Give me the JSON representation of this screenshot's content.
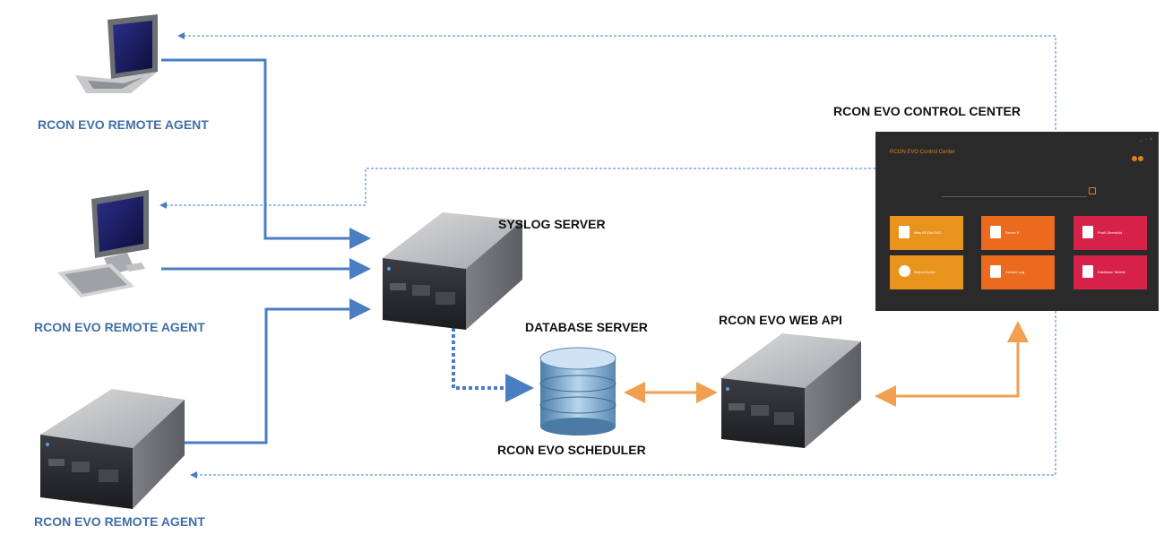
{
  "labels": {
    "agent_top": "RCON EVO REMOTE AGENT",
    "agent_mid": "RCON EVO REMOTE AGENT",
    "agent_bottom": "RCON EVO REMOTE AGENT",
    "syslog": "SYSLOG SERVER",
    "database": "DATABASE SERVER",
    "scheduler": "RCON EVO SCHEDULER",
    "web_api": "RCON EVO WEB API",
    "control_center": "RCON EVO CONTROL CENTER"
  },
  "control_center_app": {
    "title": "RCON EVO Control Center",
    "window_controls": "_ ▫ ×",
    "tiles": [
      {
        "label": "New RCON EVO",
        "color": "#e8941c",
        "icon": "document-icon"
      },
      {
        "label": "Server II",
        "color": "#ec6a1e",
        "icon": "users-icon"
      },
      {
        "label": "Profil Übersicht",
        "color": "#d62248",
        "icon": "user-icon"
      },
      {
        "label": "Report Archiv",
        "color": "#e8941c",
        "icon": "pie-chart-icon"
      },
      {
        "label": "Service Log",
        "color": "#ec6a1e",
        "icon": "log-icon"
      },
      {
        "label": "Database Tabelle",
        "color": "#d62248",
        "icon": "bottle-icon"
      }
    ]
  },
  "colors": {
    "blue_line": "#4a7ec3",
    "orange_line": "#f0a050",
    "label_blue": "#3f6fa8"
  }
}
